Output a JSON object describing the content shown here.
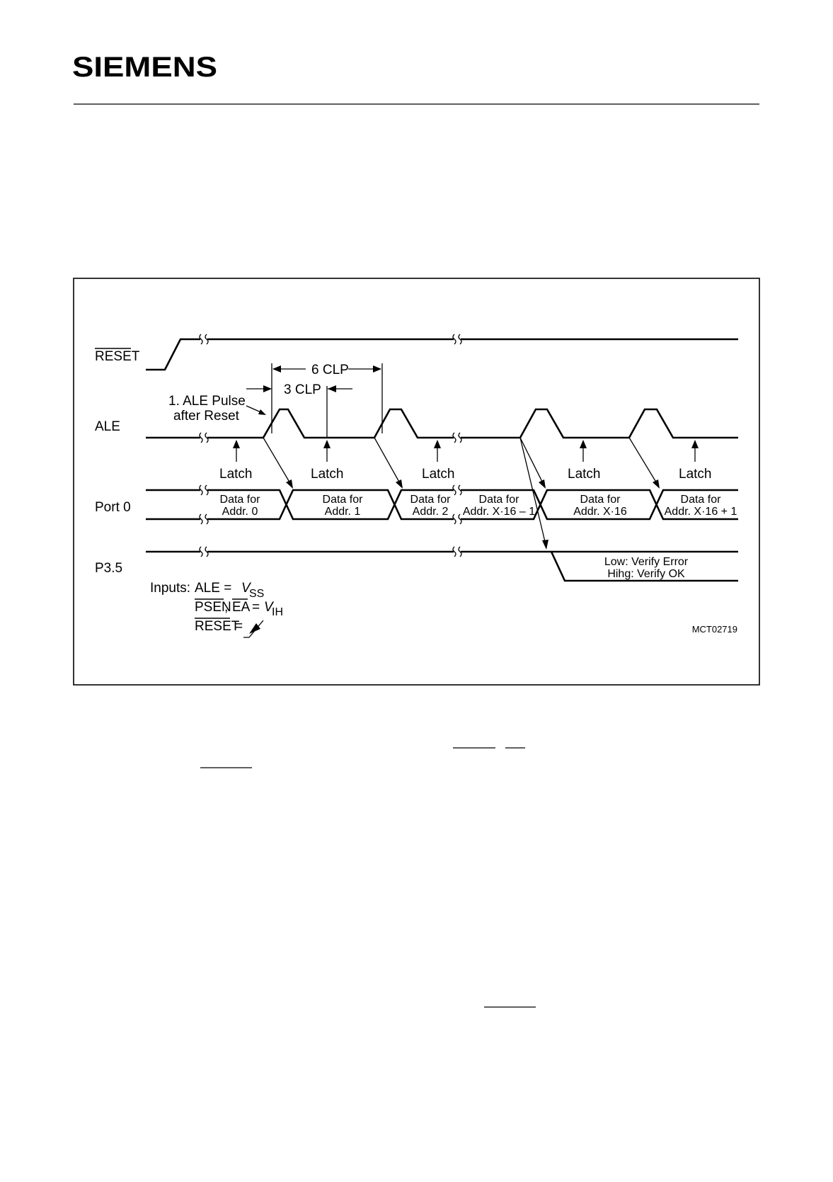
{
  "header": {
    "brand": "SIEMENS"
  },
  "figure": {
    "code": "MCT02719",
    "signals": {
      "reset": "RESET",
      "ale": "ALE",
      "port0": "Port 0",
      "p35": "P3.5"
    },
    "timing": {
      "six_clp": "6 CLP",
      "three_clp": "3 CLP",
      "ale_pulse_line1": "1. ALE Pulse",
      "ale_pulse_line2": "after Reset"
    },
    "latch_labels": [
      "Latch",
      "Latch",
      "Latch",
      "Latch",
      "Latch"
    ],
    "data_cells": [
      {
        "line1": "Data for",
        "line2": "Addr. 0"
      },
      {
        "line1": "Data for",
        "line2": "Addr. 1"
      },
      {
        "line1": "Data for",
        "line2": "Addr. 2"
      },
      {
        "line1": "Data for",
        "line2": "Addr. X·16 – 1"
      },
      {
        "line1": "Data for",
        "line2": "Addr. X·16"
      },
      {
        "line1": "Data for",
        "line2": "Addr. X·16 + 1"
      }
    ],
    "verify": {
      "low": "Low: Verify Error",
      "high": "Hihg: Verify OK"
    },
    "inputs": {
      "prefix": "Inputs:",
      "ale_eq": "ALE =",
      "vss_v": "V",
      "vss_sub": "SS",
      "psen": "PSEN",
      "comma": ",",
      "ea": "EA",
      "ea_eq": "=",
      "vih_v": "V",
      "vih_sub": "IH",
      "reset": "RESET",
      "reset_eq": "="
    }
  }
}
